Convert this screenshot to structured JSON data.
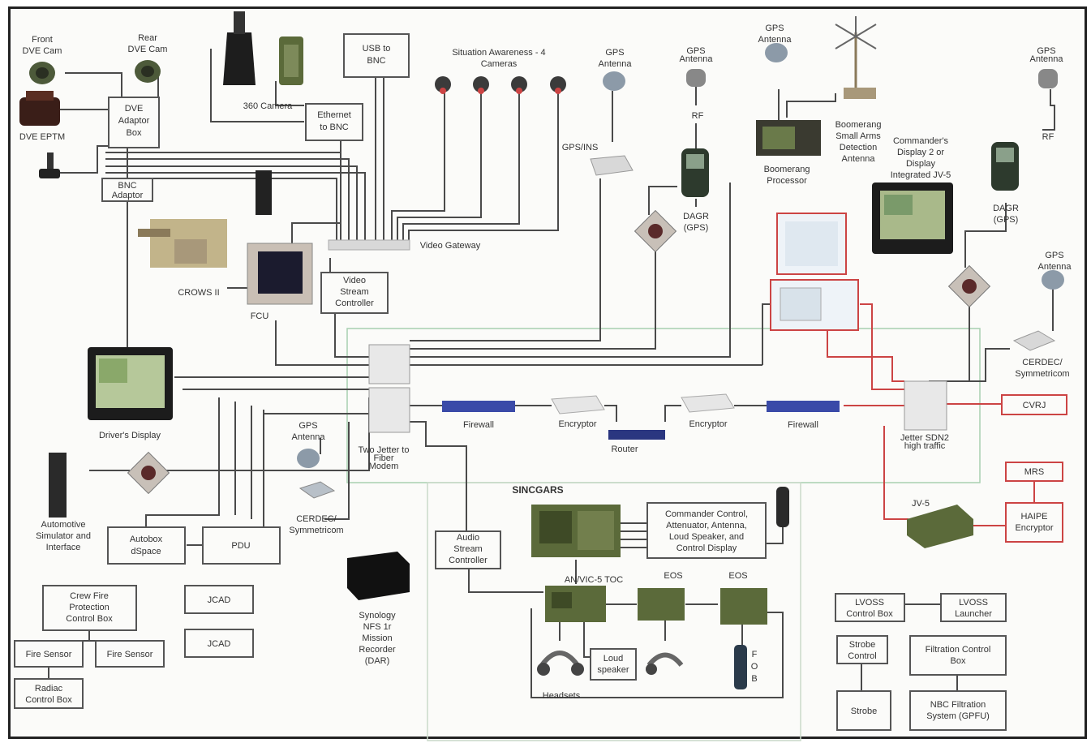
{
  "labels": {
    "front_dve_cam": [
      "Front",
      "DVE Cam"
    ],
    "rear_dve_cam": [
      "Rear",
      "DVE Cam"
    ],
    "dve_eptm": "DVE EPTM",
    "dve_adaptor": [
      "DVE",
      "Adaptor",
      "Box"
    ],
    "bnc_adaptor": [
      "BNC",
      "Adaptor"
    ],
    "camera_360": "360 Camera",
    "ethernet_bnc": [
      "Ethernet",
      "to BNC"
    ],
    "usb_bnc": [
      "USB to",
      "BNC"
    ],
    "sa_cameras": [
      "Situation Awareness - 4",
      "Cameras"
    ],
    "gps_antenna": [
      "GPS",
      "Antenna"
    ],
    "gps_ins": "GPS/INS",
    "rf": "RF",
    "dagr": [
      "DAGR",
      "(GPS)"
    ],
    "boomerang_processor": [
      "Boomerang",
      "Processor"
    ],
    "boomerang_antenna": [
      "Boomerang",
      "Small Arms",
      "Detection",
      "Antenna"
    ],
    "commanders_display": [
      "Commander's",
      "Display 2 or",
      "Display",
      "Integrated JV-5"
    ],
    "crows": "CROWS II",
    "fcu": "FCU",
    "video_gateway": "Video Gateway",
    "video_stream_controller": [
      "Video",
      "Stream",
      "Controller"
    ],
    "drivers_display": "Driver's Display",
    "firewall": "Firewall",
    "encryptor": "Encryptor",
    "router": "Router",
    "switch_left": [
      "Two Jetter to",
      "Fiber",
      "Modem"
    ],
    "switch_right": [
      "Jetter SDN2",
      "high traffic"
    ],
    "cerdec_sync": [
      "CERDEC/",
      "Symmetricom"
    ],
    "cvrj": "CVRJ",
    "mrs": "MRS",
    "hape": [
      "HAIPE",
      "Encryptor"
    ],
    "jv5": "JV-5",
    "automotive_sim": [
      "Automotive",
      "Simulator and",
      "Interface"
    ],
    "autobox": [
      "Autobox",
      "dSpace"
    ],
    "pdu": "PDU",
    "audio_stream_controller": [
      "Audio",
      "Stream",
      "Controller"
    ],
    "sincgars": "SINCGARS",
    "commander_control": [
      "Commander Control,",
      "Attenuator, Antenna,",
      "Loud Speaker, and",
      "Control Display"
    ],
    "anvic_toc": "AN/VIC-5 TOC",
    "eos": "EOS",
    "loud_speaker": [
      "Loud",
      "speaker"
    ],
    "headsets": "Headsets",
    "fob": [
      "F",
      "O",
      "B"
    ],
    "synology": [
      "Synology",
      "NFS 1r",
      "Mission",
      "Recorder",
      "(DAR)"
    ],
    "crew_fire": [
      "Crew Fire",
      "Protection",
      "Control Box"
    ],
    "fire_sensor": "Fire Sensor",
    "radiac": [
      "Radiac",
      "Control Box"
    ],
    "jcad": "JCAD",
    "lvoss_control": [
      "LVOSS",
      "Control Box"
    ],
    "lvoss_launcher": [
      "LVOSS",
      "Launcher"
    ],
    "strobe_control": [
      "Strobe",
      "Control"
    ],
    "strobe": "Strobe",
    "filtration_control": [
      "Filtration Control",
      "Box"
    ],
    "nbc_filtration": [
      "NBC Filtration",
      "System (GPFU)"
    ]
  },
  "colors": {
    "wire": "#4a4a4a",
    "red_link": "#c44444",
    "green_zone": "#a8d0b0",
    "network_blue": "#3a4aa8",
    "military_green": "#5b6a3a"
  }
}
